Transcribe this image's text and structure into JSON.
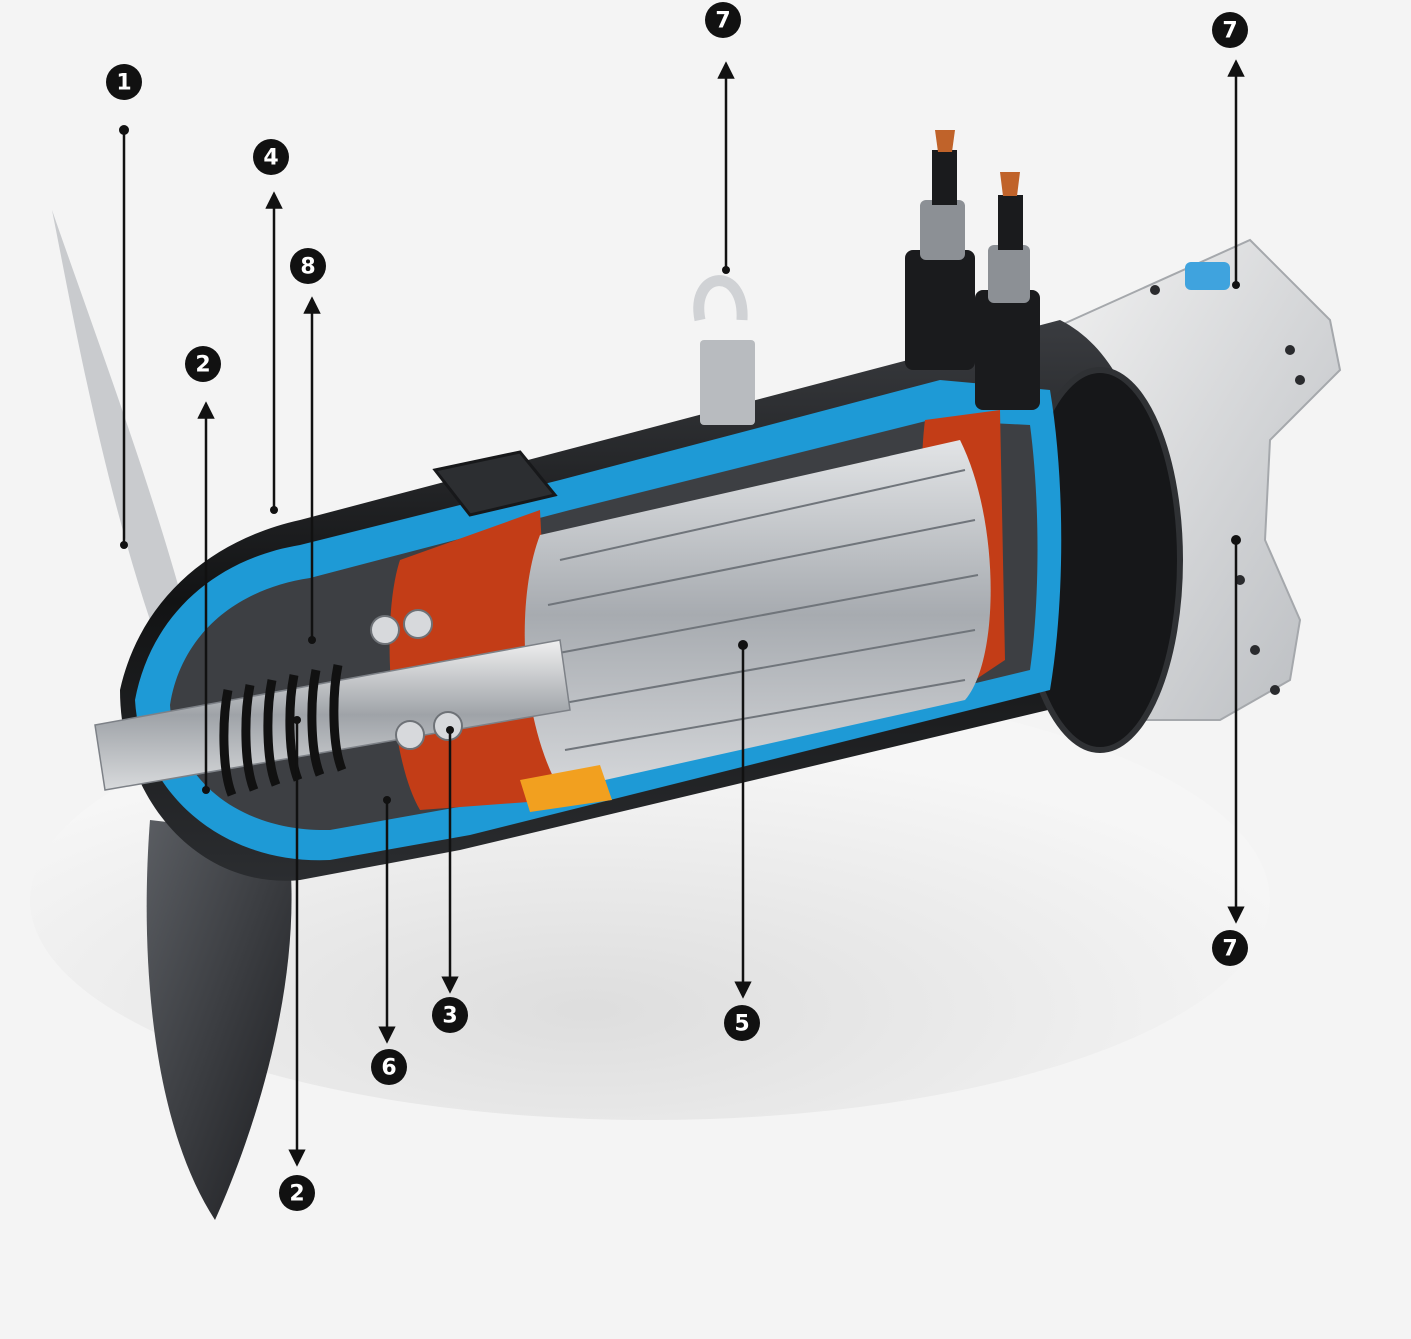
{
  "diagram": {
    "subject": "submersible mixer cutaway",
    "callouts": [
      {
        "id": "c1",
        "number": "1"
      },
      {
        "id": "c2a",
        "number": "2"
      },
      {
        "id": "c2b",
        "number": "2"
      },
      {
        "id": "c3",
        "number": "3"
      },
      {
        "id": "c4",
        "number": "4"
      },
      {
        "id": "c5",
        "number": "5"
      },
      {
        "id": "c6",
        "number": "6"
      },
      {
        "id": "c7a",
        "number": "7"
      },
      {
        "id": "c7b",
        "number": "7"
      },
      {
        "id": "c7c",
        "number": "7"
      },
      {
        "id": "c8",
        "number": "8"
      }
    ]
  },
  "colors": {
    "background": "#f4f4f4",
    "housing_cut": "#1e9ad6",
    "stator": "#c33d17",
    "rotor": "#a9adb2",
    "callout_fill": "#111111",
    "callout_text": "#ffffff"
  }
}
